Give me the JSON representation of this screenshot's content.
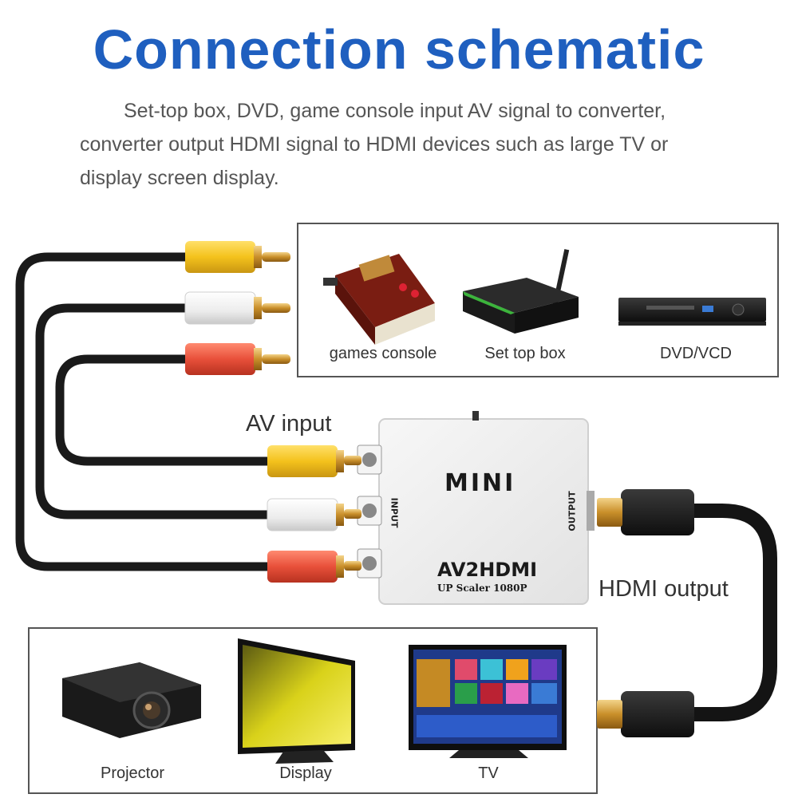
{
  "title": "Connection schematic",
  "description": {
    "line1": "Set-top box, DVD, game console input AV signal to converter,",
    "line2": "converter output HDMI signal to HDMI devices such as large TV or",
    "line3": "display screen display."
  },
  "sources": {
    "games_console": "games console",
    "set_top_box": "Set top box",
    "dvd_vcd": "DVD/VCD"
  },
  "outputs": {
    "projector": "Projector",
    "display": "Display",
    "tv": "TV"
  },
  "labels": {
    "av_input": "AV input",
    "hdmi_output": "HDMI output"
  },
  "converter": {
    "mini": "MINI",
    "model": "AV2HDMI",
    "subtitle": "UP Scaler 1080P",
    "input_port": "INPUT",
    "output_port": "OUTPUT"
  },
  "colors": {
    "title": "#1f5fbf",
    "rca_yellow": "#f4c21c",
    "rca_white": "#f2f2f2",
    "rca_red": "#e8503a",
    "cable": "#1a1a1a",
    "gold": "#d6a23a"
  }
}
